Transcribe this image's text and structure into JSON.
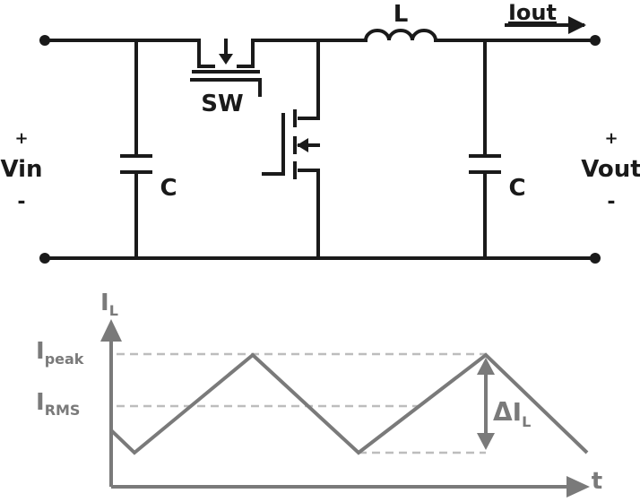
{
  "circuit": {
    "inductor_label": "L",
    "switch_label": "SW",
    "input_cap_label": "C",
    "output_cap_label": "C",
    "input_label": "Vin",
    "input_plus": "+",
    "input_minus": "-",
    "output_label": "Vout",
    "output_plus": "+",
    "output_minus": "-",
    "output_current_label": "Iout"
  },
  "graph": {
    "y_axis_main": "I",
    "y_axis_sub": "L",
    "x_axis_label": "t",
    "peak_main": "I",
    "peak_sub": "peak",
    "rms_main": "I",
    "rms_sub": "RMS",
    "delta_symbol": "Δ",
    "delta_main": "I",
    "delta_sub": "L"
  },
  "colors": {
    "circuit": "#1a1a1a",
    "graph": "#7a7a7a",
    "dashed": "#bdbdbd"
  }
}
